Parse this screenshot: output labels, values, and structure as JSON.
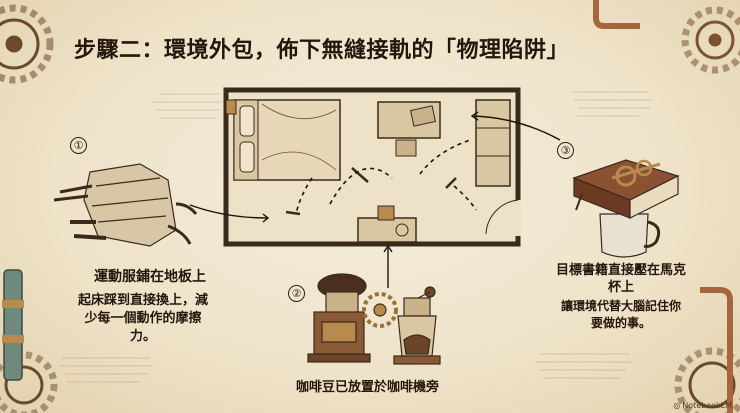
{
  "title": "步驟二：環境外包，佈下無縫接軌的「物理陷阱」",
  "items": [
    {
      "number": "①",
      "caption": "運動服鋪在地板上",
      "description": "起床踩到直接換上，減少每一個動作的摩擦力。"
    },
    {
      "number": "②",
      "caption": "咖啡豆已放置於咖啡機旁",
      "description": ""
    },
    {
      "number": "③",
      "caption": "目標書籍直接壓在馬克杯上",
      "description": "讓環境代替大腦記住你要做的事。"
    }
  ],
  "credit": {
    "icon": "notebooklm-icon",
    "text": "NotebookLM"
  },
  "colors": {
    "ink": "#2a1d12",
    "parchment": "#efe5d0",
    "brass": "#b98a4e",
    "copper": "#a6653a"
  }
}
